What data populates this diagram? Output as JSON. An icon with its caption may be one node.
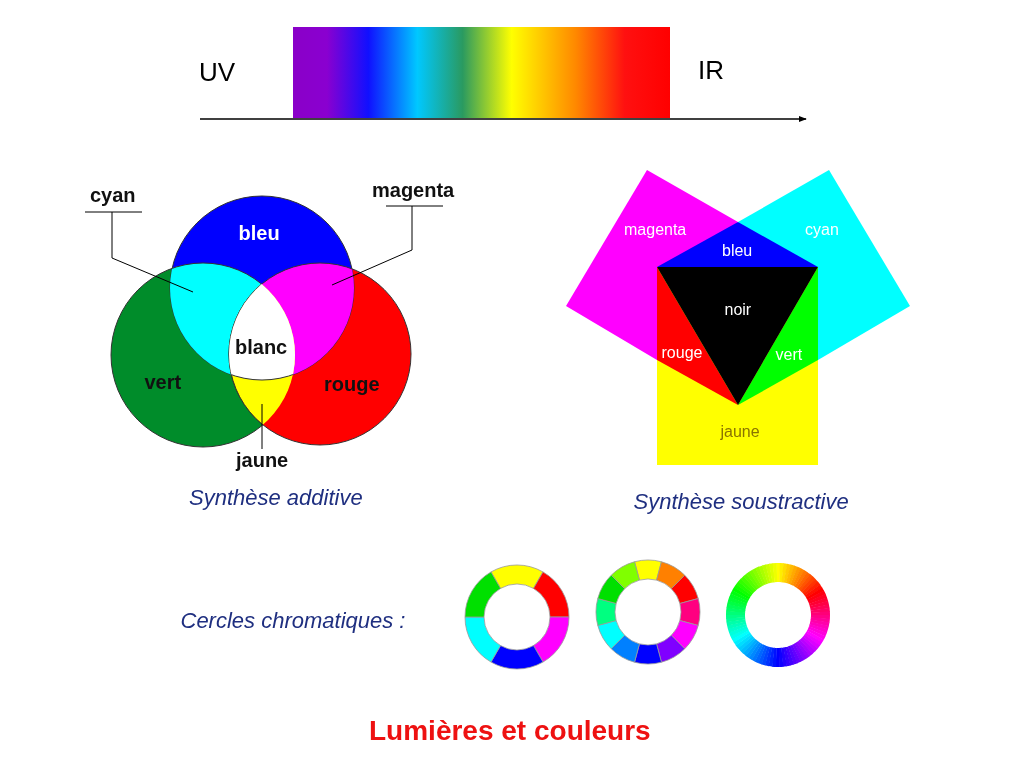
{
  "diagram": {
    "title": "Lumières et couleurs",
    "nodes": [
      {
        "text": [
          "cyan"
        ]
      },
      {
        "text": [
          "magenta"
        ]
      },
      {
        "text": [
          "jaune"
        ]
      }
    ],
    "edges": [
      {
        "from": 0,
        "to": null,
        "arrow": "none"
      },
      {
        "from": 1,
        "to": null,
        "arrow": "none"
      },
      {
        "from": 2,
        "to": null,
        "arrow": "none"
      }
    ],
    "labels": [
      "UV",
      "IR",
      "bleu",
      "blanc",
      "vert",
      "rouge",
      "magenta",
      "cyan",
      "bleu",
      "noir",
      "rouge",
      "vert",
      "jaune",
      "Synthèse additive",
      "Synthèse soustractive",
      "Cercles chromatiques :"
    ]
  }
}
